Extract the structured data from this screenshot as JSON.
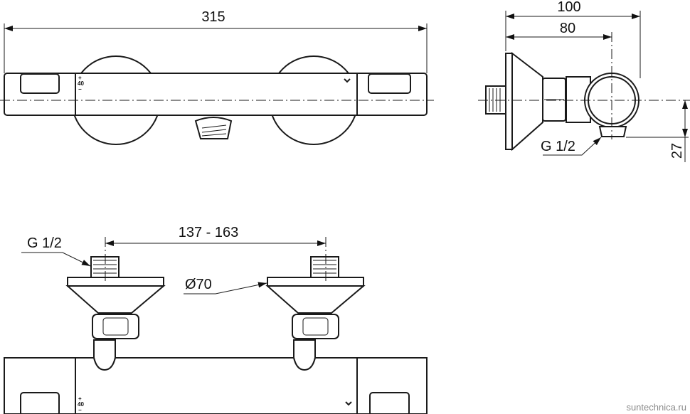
{
  "dimensions": {
    "overall_length": "315",
    "depth_total": "100",
    "depth_axis": "80",
    "outlet_height": "27",
    "inlet_spacing": "137 - 163",
    "flange_diameter": "Ø70",
    "thread_side": "G 1/2",
    "thread_front": "G 1/2"
  },
  "control_marks": {
    "plus": "+",
    "temp": "40",
    "minus": "−"
  },
  "watermark": "suntechnica.ru",
  "colors": {
    "line": "#1a1a1a",
    "background": "#ffffff",
    "watermark": "#8a8a8a"
  }
}
